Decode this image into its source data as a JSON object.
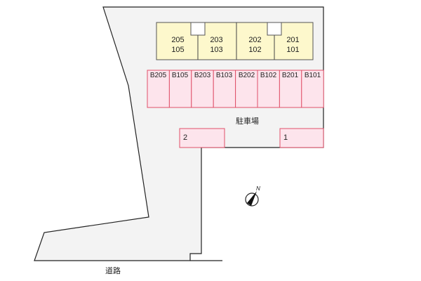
{
  "building_units": [
    {
      "upper": "205",
      "lower": "105"
    },
    {
      "upper": "203",
      "lower": "103"
    },
    {
      "upper": "202",
      "lower": "102"
    },
    {
      "upper": "201",
      "lower": "101"
    }
  ],
  "bike_spaces": [
    "B205",
    "B105",
    "B203",
    "B103",
    "B202",
    "B102",
    "B201",
    "B101"
  ],
  "parking_label": "駐車場",
  "parking_spaces": [
    "2",
    "1"
  ],
  "road_label": "道路",
  "compass_label": "N",
  "colors": {
    "lot": "#f3f3f3",
    "building": "#fdf8cc",
    "bike": "#fde4ec",
    "bike_border": "#e0506a"
  }
}
